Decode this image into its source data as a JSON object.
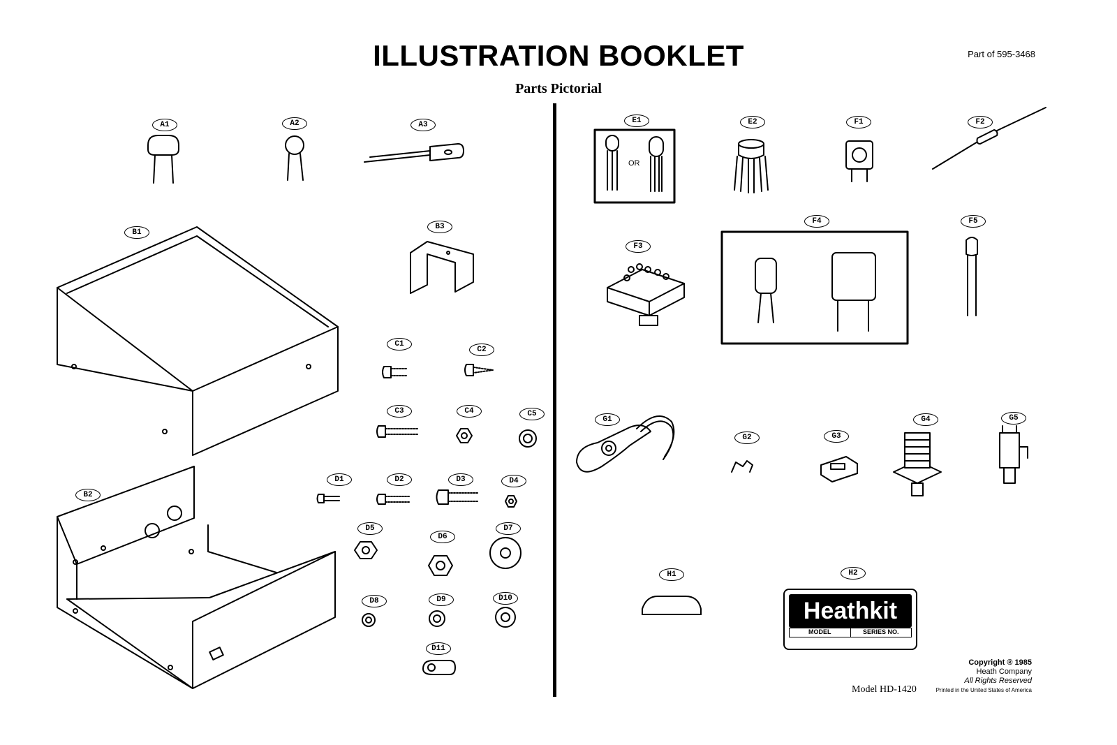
{
  "header": {
    "title": "ILLUSTRATION BOOKLET",
    "subtitle": "Parts Pictorial",
    "part_of": "Part of 595-3468"
  },
  "labels": {
    "A1": "A1",
    "A2": "A2",
    "A3": "A3",
    "B1": "B1",
    "B2": "B2",
    "B3": "B3",
    "C1": "C1",
    "C2": "C2",
    "C3": "C3",
    "C4": "C4",
    "C5": "C5",
    "D1": "D1",
    "D2": "D2",
    "D3": "D3",
    "D4": "D4",
    "D5": "D5",
    "D6": "D6",
    "D7": "D7",
    "D8": "D8",
    "D9": "D9",
    "D10": "D10",
    "D11": "D11",
    "E1": "E1",
    "E2": "E2",
    "F1": "F1",
    "F2": "F2",
    "F3": "F3",
    "F4": "F4",
    "F5": "F5",
    "G1": "G1",
    "G2": "G2",
    "G3": "G3",
    "G4": "G4",
    "G5": "G5",
    "H1": "H1",
    "H2": "H2"
  },
  "e1_or": "OR",
  "badge": {
    "brand": "Heathkit",
    "model_label": "MODEL",
    "series_label": "SERIES NO."
  },
  "footer": {
    "model": "Model HD-1420",
    "copyright": "Copyright ® 1985",
    "company": "Heath Company",
    "rights": "All Rights Reserved",
    "printed": "Printed in the United States of America"
  }
}
